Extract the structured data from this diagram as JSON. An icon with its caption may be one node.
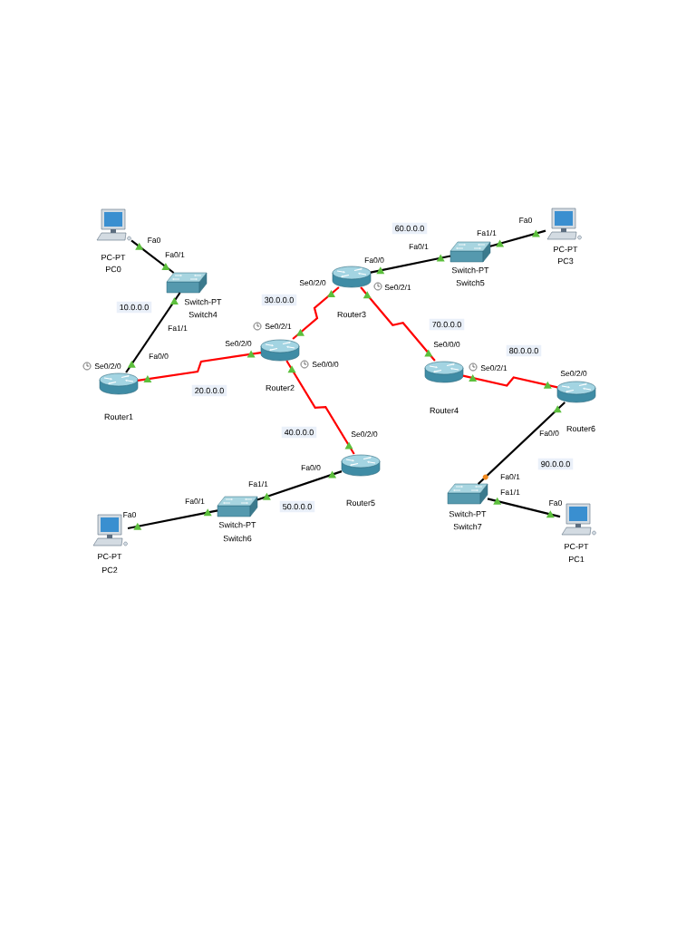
{
  "diagram": {
    "nodes": [
      {
        "text": [
          "PC-PT",
          "PC0"
        ]
      },
      {
        "text": [
          "Switch-PT",
          "Switch4"
        ]
      },
      {
        "text": [
          "Router1"
        ]
      },
      {
        "text": [
          "Router2"
        ]
      },
      {
        "text": [
          "Router3"
        ]
      },
      {
        "text": [
          "Switch-PT",
          "Switch5"
        ]
      },
      {
        "text": [
          "PC-PT",
          "PC3"
        ]
      },
      {
        "text": [
          "Router4"
        ]
      },
      {
        "text": [
          "Router6"
        ]
      },
      {
        "text": [
          "Switch-PT",
          "Switch7"
        ]
      },
      {
        "text": [
          "PC-PT",
          "PC1"
        ]
      },
      {
        "text": [
          "Router5"
        ]
      },
      {
        "text": [
          "Switch-PT",
          "Switch6"
        ]
      },
      {
        "text": [
          "PC-PT",
          "PC2"
        ]
      }
    ],
    "edges": [
      {
        "from": 0,
        "to": 1,
        "arrow": "none"
      },
      {
        "from": 1,
        "to": 2,
        "arrow": "none"
      },
      {
        "from": 2,
        "to": 3,
        "arrow": "none",
        "color": "#ff0000"
      },
      {
        "from": 3,
        "to": 4,
        "arrow": "none",
        "color": "#ff0000"
      },
      {
        "from": 3,
        "to": 11,
        "arrow": "none",
        "color": "#ff0000"
      },
      {
        "from": 4,
        "to": 5,
        "arrow": "none"
      },
      {
        "from": 5,
        "to": 6,
        "arrow": "none"
      },
      {
        "from": 4,
        "to": 7,
        "arrow": "none",
        "color": "#ff0000"
      },
      {
        "from": 7,
        "to": 8,
        "arrow": "none",
        "color": "#ff0000"
      },
      {
        "from": 8,
        "to": 9,
        "arrow": "none"
      },
      {
        "from": 9,
        "to": 10,
        "arrow": "none"
      },
      {
        "from": 12,
        "to": 11,
        "arrow": "none"
      },
      {
        "from": 13,
        "to": 12,
        "arrow": "none"
      }
    ],
    "labels": [
      "Fa0",
      "60.0.0.0",
      "Fa1/1",
      "Fa0",
      "Fa0/1",
      "Fa0/1",
      "Fa0/0",
      "Se0/2/0",
      "Se0/2/1",
      "30.0.0.0",
      "10.0.0.0",
      "70.0.0.0",
      "Se0/2/1",
      "Fa1/1",
      "Se0/2/0",
      "Se0/0/0",
      "80.0.0.0",
      "Fa0/0",
      "Se0/0/0",
      "Se0/2/0",
      "Se0/2/1",
      "Se0/2/0",
      "20.0.0.0",
      "Fa0/0",
      "40.0.0.0",
      "Se0/2/0",
      "90.0.0.0",
      "Fa0/0",
      "Fa0/1",
      "Fa1/1",
      "Fa1/1",
      "Fa0/1",
      "Fa0",
      "50.0.0.0",
      "Fa0"
    ]
  }
}
